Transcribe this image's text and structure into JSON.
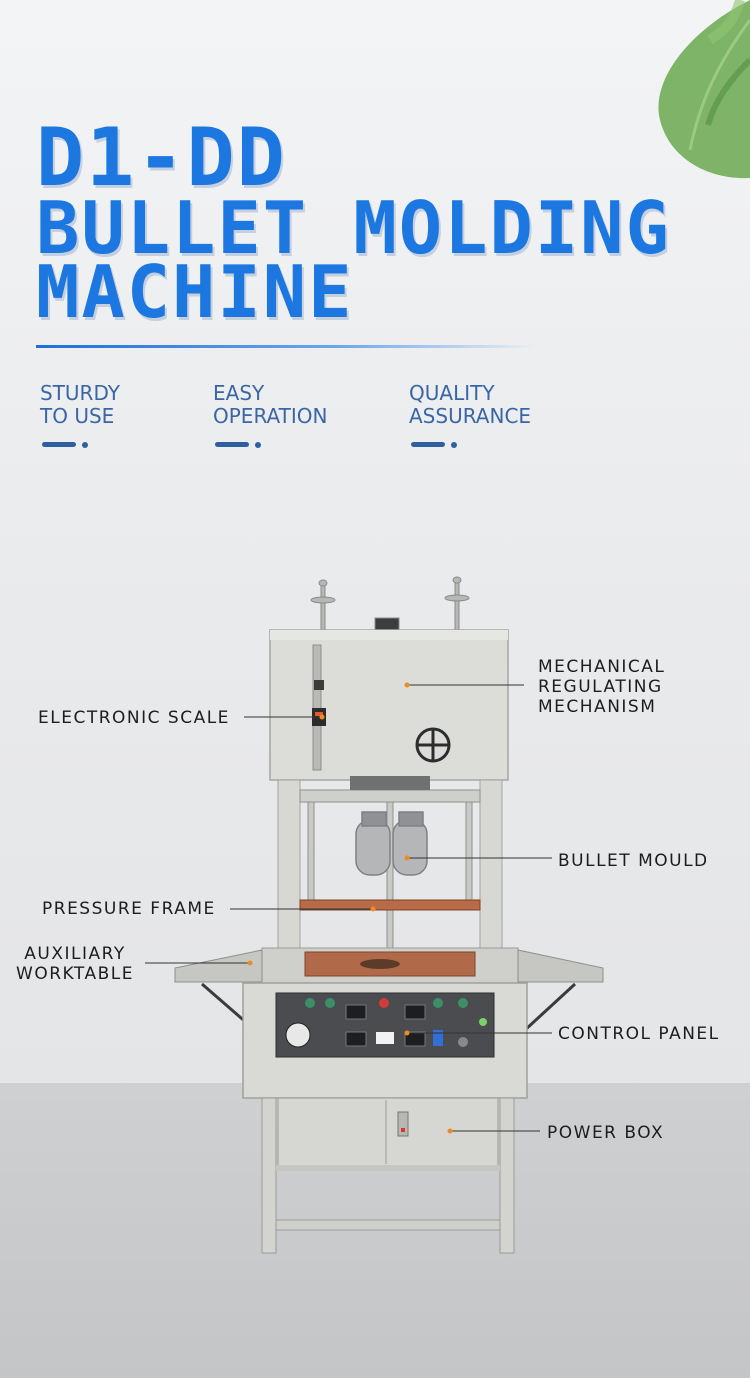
{
  "title": {
    "line1": "D1-DD",
    "line2": "BULLET MOLDING",
    "line3": "MACHINE"
  },
  "features": [
    {
      "label": "STURDY\nTO USE"
    },
    {
      "label": "EASY\nOPERATION"
    },
    {
      "label": "QUALITY\nASSURANCE"
    }
  ],
  "callouts": {
    "mechanism": "MECHANICAL\nREGULATING\nMECHANISM",
    "scale": "ELECTRONIC SCALE",
    "mould": "BULLET MOULD",
    "frame": "PRESSURE FRAME",
    "worktable": "AUXILIARY\nWORKTABLE",
    "control_panel": "CONTROL PANEL",
    "power_box": "POWER BOX"
  },
  "colors": {
    "title_blue": "#1c78e0",
    "feature_blue": "#3a66a6",
    "machine_gray": "#d9dad5",
    "leader_orange": "#f08a24"
  }
}
